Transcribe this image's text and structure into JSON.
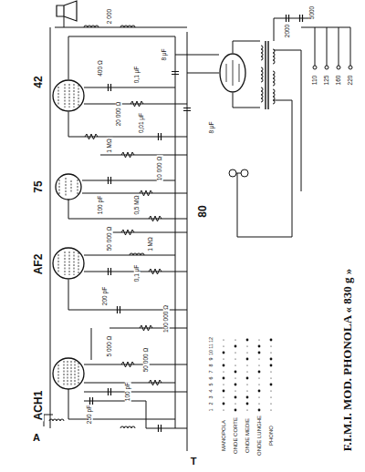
{
  "diagram": {
    "title": "F.I.M.I. MOD. PHONOLA « 830 g »",
    "labels": [
      "ACH1",
      "AF2",
      "75",
      "42",
      "80",
      "A",
      "T",
      "MANOPOLA",
      "ONDE CORTE",
      "ONDE MEDIE",
      "ONDE LUNGHE",
      "PHONO",
      "1",
      "2",
      "3",
      "4",
      "5",
      "6",
      "7",
      "8",
      "9",
      "10",
      "11",
      "12",
      "250 pF",
      "100 pF",
      "5 000 Ω",
      "50 000 Ω",
      "100 000 Ω",
      "200 pF",
      "0,1 μF",
      "50 000 Ω",
      "1 MΩ",
      "100 pF",
      "0,5 MΩ",
      "10 000 Ω",
      "1 MΩ",
      "0,01 μF",
      "20 000 Ω",
      "400 Ω",
      "0,1 μF",
      "8 μF",
      "8 μF",
      "2 000",
      "5000",
      "2000",
      "110",
      "125",
      "160",
      "220"
    ]
  }
}
